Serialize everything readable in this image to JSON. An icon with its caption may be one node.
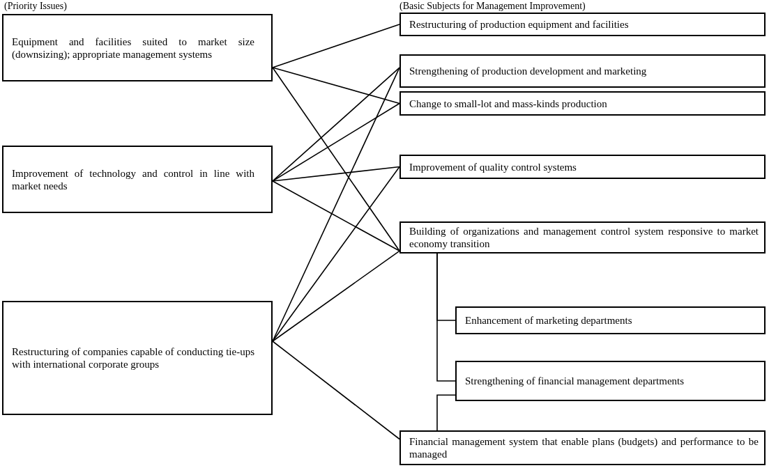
{
  "diagram": {
    "nodes": [
      {
        "text": [
          "Equipment and facilities suited to market size (downsizing); appropriate management systems"
        ]
      },
      {
        "text": [
          "Improvement of technology and control in line with market needs"
        ]
      },
      {
        "text": [
          "Restructuring of companies capable of conducting tie-ups with international corporate groups"
        ]
      },
      {
        "text": [
          "Restructuring of production equipment and facilities"
        ]
      },
      {
        "text": [
          "Strengthening of production development and marketing"
        ]
      },
      {
        "text": [
          "Change to small-lot and mass-kinds production"
        ]
      },
      {
        "text": [
          "Improvement of quality control systems"
        ]
      },
      {
        "text": [
          "Building of organizations and management control system responsive to market economy transition"
        ]
      },
      {
        "text": [
          "Enhancement of marketing departments"
        ]
      },
      {
        "text": [
          "Strengthening of financial management departments"
        ]
      },
      {
        "text": [
          "Financial management system that enable plans (budgets) and performance to be managed"
        ]
      }
    ],
    "edges": [
      {
        "from": 0,
        "to": 3,
        "arrow": "none"
      },
      {
        "from": 0,
        "to": 5,
        "arrow": "none"
      },
      {
        "from": 0,
        "to": 7,
        "arrow": "none"
      },
      {
        "from": 1,
        "to": 4,
        "arrow": "none"
      },
      {
        "from": 1,
        "to": 5,
        "arrow": "none"
      },
      {
        "from": 1,
        "to": 6,
        "arrow": "none"
      },
      {
        "from": 1,
        "to": 7,
        "arrow": "none"
      },
      {
        "from": 2,
        "to": 4,
        "arrow": "none"
      },
      {
        "from": 2,
        "to": 6,
        "arrow": "none"
      },
      {
        "from": 2,
        "to": 7,
        "arrow": "none"
      },
      {
        "from": 2,
        "to": 10,
        "arrow": "none"
      },
      {
        "from": 7,
        "to": 8,
        "arrow": "none"
      },
      {
        "from": 7,
        "to": 9,
        "arrow": "none"
      },
      {
        "from": 9,
        "to": 10,
        "arrow": "none"
      }
    ],
    "labels": [
      "(Priority Issues)",
      "(Basic Subjects for Management Improvement)"
    ]
  }
}
